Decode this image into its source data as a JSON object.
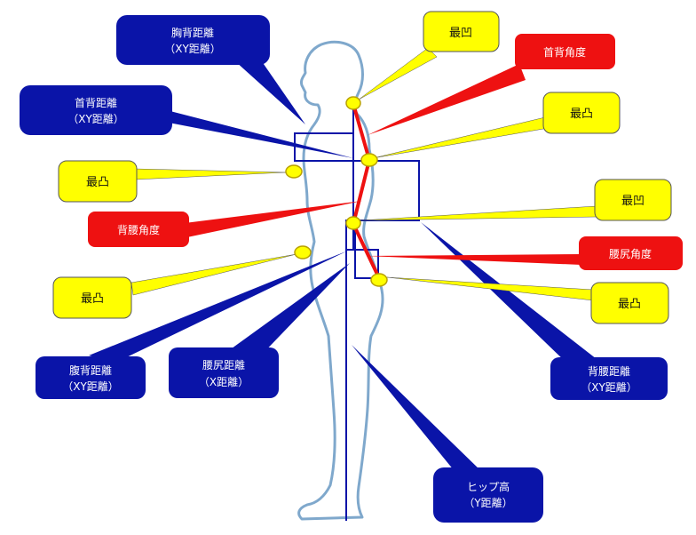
{
  "colors": {
    "blue": "#0a14a8",
    "red": "#ee1111",
    "yellow": "#ffff00",
    "outline": "#7fa8cc"
  },
  "labels": {
    "chest_back": {
      "line1": "胸背距離",
      "line2": "（XY距離）"
    },
    "neck_back": {
      "line1": "首背距離",
      "line2": "（XY距離）"
    },
    "abdomen_back": {
      "line1": "腹背距離",
      "line2": "（XY距離）"
    },
    "waist_hip": {
      "line1": "腰尻距離",
      "line2": "（X距離）"
    },
    "back_waist": {
      "line1": "背腰距離",
      "line2": "（XY距離）"
    },
    "hip_height": {
      "line1": "ヒップ高",
      "line2": "（Y距離）"
    },
    "neck_back_angle": "首背角度",
    "back_waist_angle": "背腰角度",
    "waist_hip_angle": "腰尻角度",
    "concave_top": "最凹",
    "convex_upper_right": "最凸",
    "convex_chest": "最凸",
    "concave_right_mid": "最凹",
    "convex_abdomen": "最凸",
    "convex_hip": "最凸"
  }
}
